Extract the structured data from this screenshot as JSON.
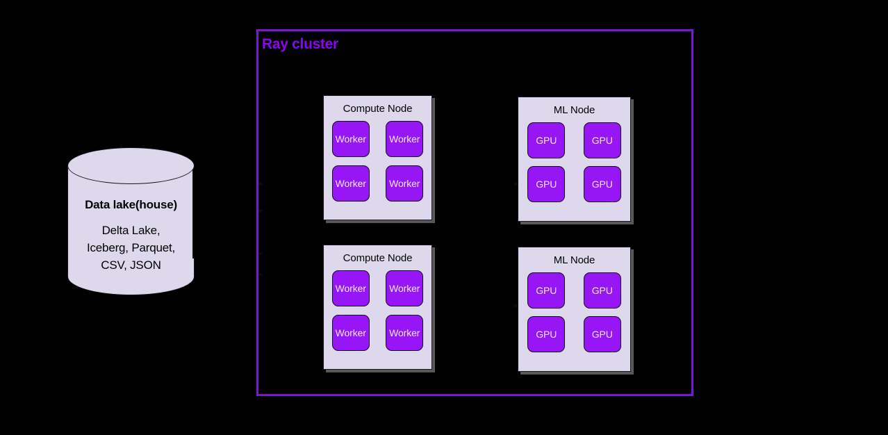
{
  "background_color": "#000000",
  "datastore": {
    "shape": "cylinder",
    "title": "Data lake(house)",
    "subtitle": "Delta Lake,\nIceberg, Parquet,\nCSV, JSON",
    "subtitle_lines": [
      "Delta Lake,",
      "Iceberg, Parquet,",
      "CSV, JSON"
    ],
    "fill_color": "#DDD8EC",
    "stroke_color": "#15131A"
  },
  "cluster": {
    "title": "Ray cluster",
    "title_color": "#8A05F0",
    "border_color": "#7B17D2",
    "nodes": [
      {
        "id": "compute-1",
        "title": "Compute Node",
        "cell_label": "Worker",
        "cells": [
          "Worker",
          "Worker",
          "Worker",
          "Worker"
        ],
        "panel_color": "#DDD8EC",
        "cell_color": "#9716F6"
      },
      {
        "id": "ml-1",
        "title": "ML Node",
        "cell_label": "GPU",
        "cells": [
          "GPU",
          "GPU",
          "GPU",
          "GPU"
        ],
        "panel_color": "#DDD8EC",
        "cell_color": "#9716F6"
      },
      {
        "id": "compute-2",
        "title": "Compute Node",
        "cell_label": "Worker",
        "cells": [
          "Worker",
          "Worker",
          "Worker",
          "Worker"
        ],
        "panel_color": "#DDD8EC",
        "cell_color": "#9716F6"
      },
      {
        "id": "ml-2",
        "title": "ML Node",
        "cell_label": "GPU",
        "cells": [
          "GPU",
          "GPU",
          "GPU",
          "GPU"
        ],
        "panel_color": "#DDD8EC",
        "cell_color": "#9716F6"
      }
    ]
  }
}
